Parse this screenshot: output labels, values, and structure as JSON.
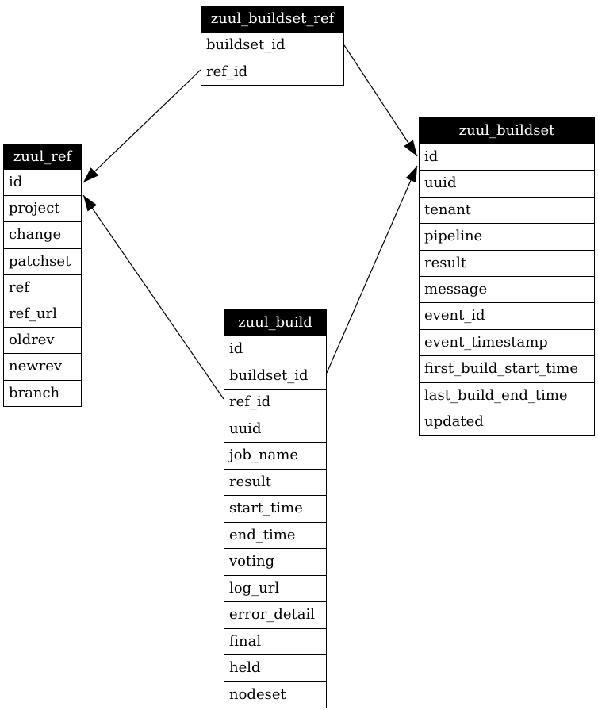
{
  "diagram": {
    "type": "entity-relationship",
    "colors": {
      "header_bg": "#000000",
      "header_text": "#ffffff",
      "cell_bg": "#ffffff",
      "border": "#000000",
      "edge": "#000000",
      "background": "#ffffff"
    },
    "tables": [
      {
        "name": "zuul_buildset_ref",
        "columns": [
          "buildset_id",
          "ref_id"
        ]
      },
      {
        "name": "zuul_ref",
        "columns": [
          "id",
          "project",
          "change",
          "patchset",
          "ref",
          "ref_url",
          "oldrev",
          "newrev",
          "branch"
        ]
      },
      {
        "name": "zuul_buildset",
        "columns": [
          "id",
          "uuid",
          "tenant",
          "pipeline",
          "result",
          "message",
          "event_id",
          "event_timestamp",
          "first_build_start_time",
          "last_build_end_time",
          "updated"
        ]
      },
      {
        "name": "zuul_build",
        "columns": [
          "id",
          "buildset_id",
          "ref_id",
          "uuid",
          "job_name",
          "result",
          "start_time",
          "end_time",
          "voting",
          "log_url",
          "error_detail",
          "final",
          "held",
          "nodeset"
        ]
      }
    ],
    "relations": [
      {
        "from_table": "zuul_buildset_ref",
        "from_column": "ref_id",
        "to_table": "zuul_ref",
        "to_column": "id"
      },
      {
        "from_table": "zuul_buildset_ref",
        "from_column": "buildset_id",
        "to_table": "zuul_buildset",
        "to_column": "id"
      },
      {
        "from_table": "zuul_build",
        "from_column": "ref_id",
        "to_table": "zuul_ref",
        "to_column": "id"
      },
      {
        "from_table": "zuul_build",
        "from_column": "buildset_id",
        "to_table": "zuul_buildset",
        "to_column": "id"
      }
    ]
  }
}
